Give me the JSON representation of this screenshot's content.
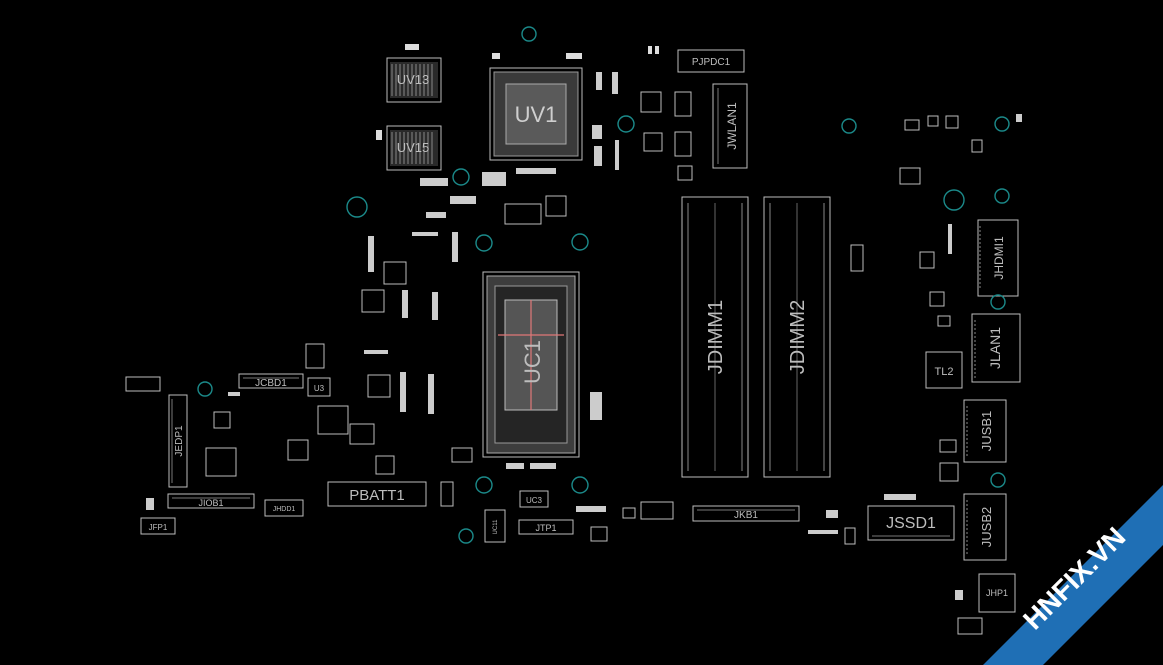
{
  "boardview": {
    "components": {
      "uv13": "UV13",
      "uv15": "UV15",
      "uv1": "UV1",
      "pjpdc1": "PJPDC1",
      "jwlan1": "JWLAN1",
      "uc1": "UC1",
      "jdimm1": "JDIMM1",
      "jdimm2": "JDIMM2",
      "jhdmi1": "JHDMI1",
      "jlan1": "JLAN1",
      "tl2": "TL2",
      "jusb1": "JUSB1",
      "jusb2": "JUSB2",
      "jssd1": "JSSD1",
      "jhp1": "JHP1",
      "jkb1": "JKB1",
      "jcbd1": "JCBD1",
      "u3": "U3",
      "jedp1": "JEDP1",
      "jiob1": "JIOB1",
      "jhdd1": "JHDD1",
      "pbatt1": "PBATT1",
      "jfp1": "JFP1",
      "uc3": "UC3",
      "jtp1": "JTP1",
      "uc11": "UC11"
    },
    "colors": {
      "background": "#000000",
      "outline": "#bdbdbd",
      "pad": "#e6e6e6",
      "via": "#1b8a8a",
      "marker": "#e07878"
    }
  },
  "watermark": {
    "text": "HNFIX.VN",
    "banner_color": "#1f6fb5",
    "accent_color": "#e53935"
  }
}
